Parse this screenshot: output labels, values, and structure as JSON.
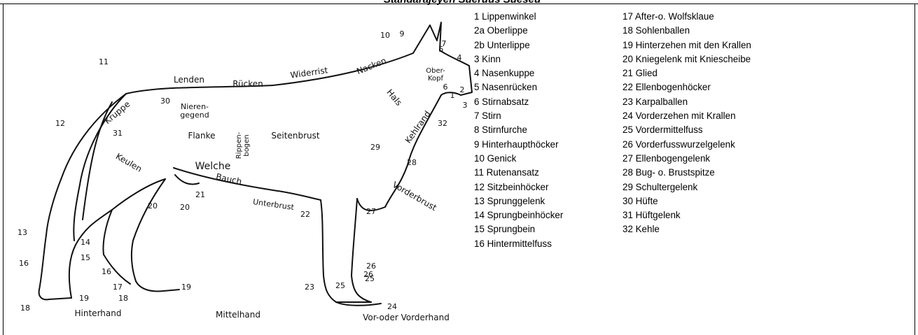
{
  "title": "Standarajeyen Sueruus Sueseu",
  "diagram": {
    "regions": {
      "lenden": "Lenden",
      "ruecken": "Rücken",
      "widerrist": "Widerrist",
      "nacken": "Nacken",
      "oberkopf": "Ober-\nKopf",
      "hals": "Hals",
      "kruppe": "Kruppe",
      "nierengegend": "Nieren-\ngegend",
      "flanke": "Flanke",
      "rippenbogen": "Rippen-\nbogen",
      "seitenbrust": "Seitenbrust",
      "kehlrand": "Kehlrand",
      "keulen": "Keulen",
      "welche": "Welche",
      "bauch": "Bauch",
      "unterbrust": "Unterbrust",
      "vorderbrust": "Vorderbrust",
      "hinterhand": "Hinterhand",
      "mittelhand": "Mittelhand",
      "vorderhand": "Vor-oder Vorderhand"
    },
    "numbers": {
      "n1": "1",
      "n2": "2",
      "n3": "3",
      "n4": "4",
      "n5": "5",
      "n6": "6",
      "n7": "7",
      "n9": "9",
      "n10": "10",
      "n11": "11",
      "n12": "12",
      "n13": "13",
      "n14": "14",
      "n15": "15",
      "n16a": "16",
      "n16b": "16",
      "n17": "17",
      "n18a": "18",
      "n18b": "18",
      "n19a": "19",
      "n19b": "19",
      "n20a": "20",
      "n20b": "20",
      "n21": "21",
      "n22": "22",
      "n23": "23",
      "n24": "24",
      "n25a": "25",
      "n25b": "25",
      "n26a": "26",
      "n26b": "26",
      "n27": "27",
      "n28": "28",
      "n29": "29",
      "n30": "30",
      "n31": "31",
      "n32": "32"
    }
  },
  "legend": {
    "column1": [
      "1  Lippenwinkel",
      "2a Oberlippe",
      "2b Unterlippe",
      "3  Kinn",
      "4  Nasenkuppe",
      "5  Nasenrücken",
      "6  Stirnabsatz",
      "7  Stirn",
      "8  Stirnfurche",
      "9  Hinterhaupthöcker",
      "10 Genick",
      "11 Rutenansatz",
      "12 Sitzbeinhöcker",
      "13 Sprunggelenk",
      "14 Sprungbeinhöcker",
      "15 Sprungbein",
      "16 Hintermittelfuss"
    ],
    "column2": [
      "17 After-o. Wolfsklaue",
      "18 Sohlenballen",
      "19 Hinterzehen mit den Krallen",
      "20 Kniegelenk mit Kniescheibe",
      "21 Glied",
      "22 Ellenbogenhöcker",
      "23 Karpalballen",
      "24 Vorderzehen mit Krallen",
      "25 Vordermittelfuss",
      "26 Vorderfusswurzelgelenk",
      "27 Ellenbogengelenk",
      "28 Bug- o. Brustspitze",
      "29 Schultergelenk",
      "30 Hüfte",
      "31 Hüftgelenk",
      "32 Kehle"
    ]
  }
}
